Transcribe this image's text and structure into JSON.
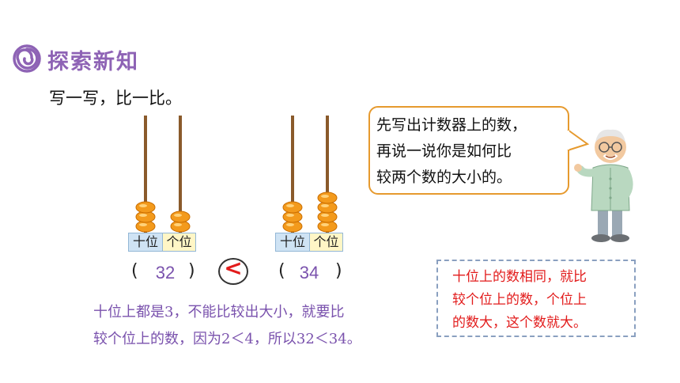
{
  "header": {
    "title": "探索新知",
    "icon": "spiral-icon"
  },
  "instruction": "写一写，比一比。",
  "abacus_left": {
    "tens_beads": 3,
    "ones_beads": 2,
    "label_tens": "十位",
    "label_ones": "个位",
    "answer": "32"
  },
  "abacus_right": {
    "tens_beads": 3,
    "ones_beads": 4,
    "label_tens": "十位",
    "label_ones": "个位",
    "answer": "34"
  },
  "paren_open": "(",
  "paren_close": ")",
  "comparison_symbol": "<",
  "explanation": {
    "line1": "十位上都是3，不能比较出大小，就要比",
    "line2": "较个位上的数，因为2＜4，所以32＜34。"
  },
  "speech_bubble": {
    "line1": "先写出计数器上的数，",
    "line2": "再说一说你是如何比",
    "line3": "较两个数的大小的。"
  },
  "tip_box": {
    "line1": "十位上的数相同，就比",
    "line2": "较个位上的数，个位上",
    "line3": "的数大，这个数就大。"
  },
  "colors": {
    "title": "#8e63b5",
    "answer": "#7a52ad",
    "symbol": "#e21b1b",
    "bead": "#f39a1c",
    "rod": "#8a5a2b"
  }
}
